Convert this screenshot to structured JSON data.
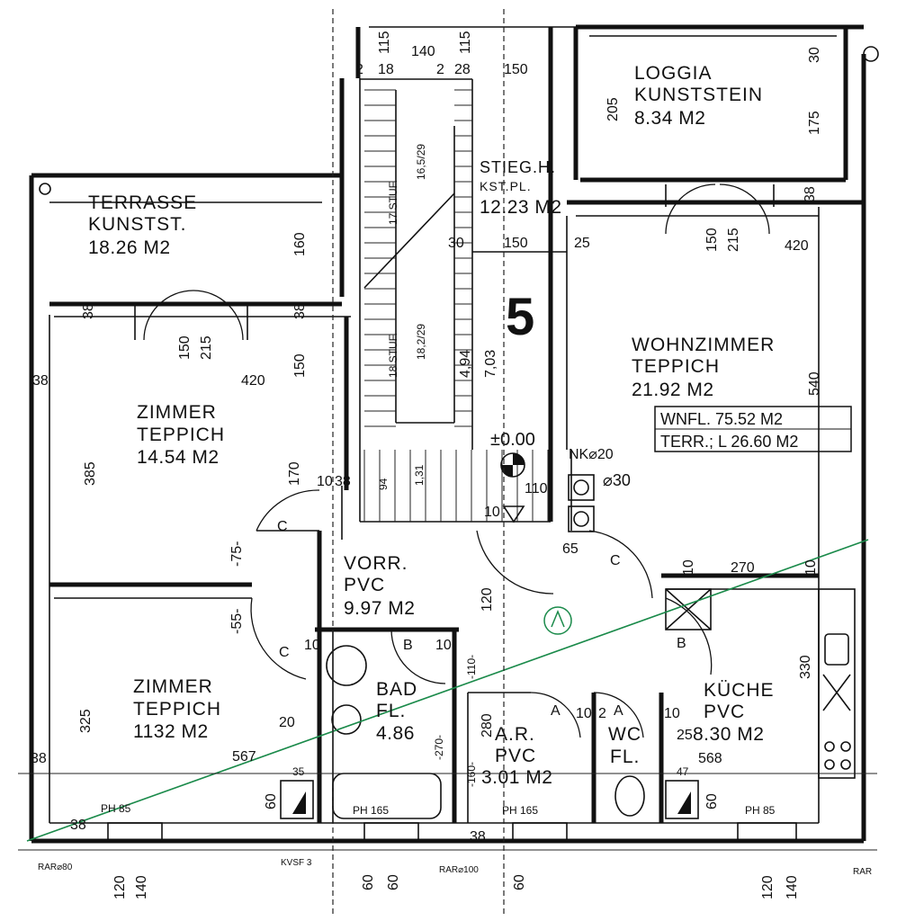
{
  "unit_number": "5",
  "rooms": {
    "terrasse": {
      "name": "TERRASSE",
      "floor": "KUNSTST.",
      "area": "18.26 M2"
    },
    "loggia": {
      "name": "LOGGIA",
      "floor": "KUNSTSTEIN",
      "area": "8.34 M2"
    },
    "stiegenhaus": {
      "name": "STIEG.H.",
      "floor": "KST.PL.",
      "area": "12.23 M2"
    },
    "wohnzimmer": {
      "name": "WOHNZIMMER",
      "floor": "TEPPICH",
      "area": "21.92 M2"
    },
    "zimmer1": {
      "name": "ZIMMER",
      "floor": "TEPPICH",
      "area": "14.54 M2"
    },
    "zimmer2": {
      "name": "ZIMMER",
      "floor": "TEPPICH",
      "area": "1132 M2"
    },
    "vorraum": {
      "name": "VORR.",
      "floor": "PVC",
      "area": "9.97 M2"
    },
    "bad": {
      "name": "BAD",
      "floor": "FL.",
      "area": "4.86"
    },
    "abstellraum": {
      "name": "A.R.",
      "floor": "PVC",
      "area": "3.01 M2"
    },
    "wc": {
      "name": "WC",
      "floor": "FL."
    },
    "kueche": {
      "name": "KÜCHE",
      "floor": "PVC",
      "area": "8.30 M2"
    }
  },
  "summary": {
    "wnfl": "WNFL. 75.52 M2",
    "terr": "TERR.; L 26.60 M2"
  },
  "markers": {
    "level": "±0.00",
    "nk": "NK⌀20",
    "dia30": "⌀30",
    "ph85_left": "PH 85",
    "ph165_bad": "PH 165",
    "ph165_ar": "PH 165",
    "ph85_right": "PH 85",
    "rar80": "RAR⌀80",
    "kvsf": "KVSF 3",
    "rar100": "RAR⌀100",
    "rar_right": "RAR",
    "stufen_top": "17 STUF.",
    "stufen_bottom": "18 STUF.",
    "steps_top": "16,5/29",
    "steps_bottom": "18,2/29",
    "a_label_1": "A",
    "a_label_2": "A",
    "b_label_1": "B",
    "b_label_2": "B",
    "c_label_1": "C",
    "c_label_2": "C",
    "c_label_3": "C"
  },
  "dimensions": {
    "d115a": "115",
    "d115b": "115",
    "d140": "140",
    "d150top": "150",
    "d2a": "2",
    "d18": "18",
    "d2b": "2",
    "d28": "28",
    "d30a": "30",
    "d30b": "30",
    "d150mid": "150",
    "d205": "205",
    "d175": "175",
    "d38loggia": "38",
    "d25": "25",
    "d420right": "420",
    "d150wd": "150",
    "d215wd": "215",
    "d160": "160",
    "d38a": "38",
    "d38b": "38",
    "d150z": "150",
    "d215z": "215",
    "d420left": "420",
    "d38c": "38",
    "d150v": "150",
    "d385": "385",
    "d540": "540",
    "d703": "7,03",
    "d494": "4,94",
    "d170": "170",
    "d10a": "10",
    "d38d": "38",
    "d110": "110",
    "d65": "65",
    "d10b": "10",
    "d75": "-75-",
    "d55": "-55-",
    "d270": "270",
    "d10c": "10",
    "d10d": "10",
    "d120": "120",
    "d10e": "10",
    "d10f": "10",
    "d325": "325",
    "d330": "330",
    "d280": "280",
    "d270b": "-270-",
    "d160b": "-160-",
    "d110b": "-110-",
    "d567": "567",
    "d568": "568",
    "d38e": "38",
    "d38f": "38",
    "d38g": "38",
    "d60a": "60",
    "d60b": "60",
    "d60c": "60",
    "d60d": "60",
    "d60e": "60",
    "d120l": "120",
    "d140l": "140",
    "d120r": "120",
    "d140r": "140",
    "d20": "20",
    "d25b": "25",
    "d10g": "10",
    "d2c": "2",
    "d10h": "10",
    "d47": "47",
    "d35": "35",
    "d131": "1,31",
    "d94": "94"
  }
}
